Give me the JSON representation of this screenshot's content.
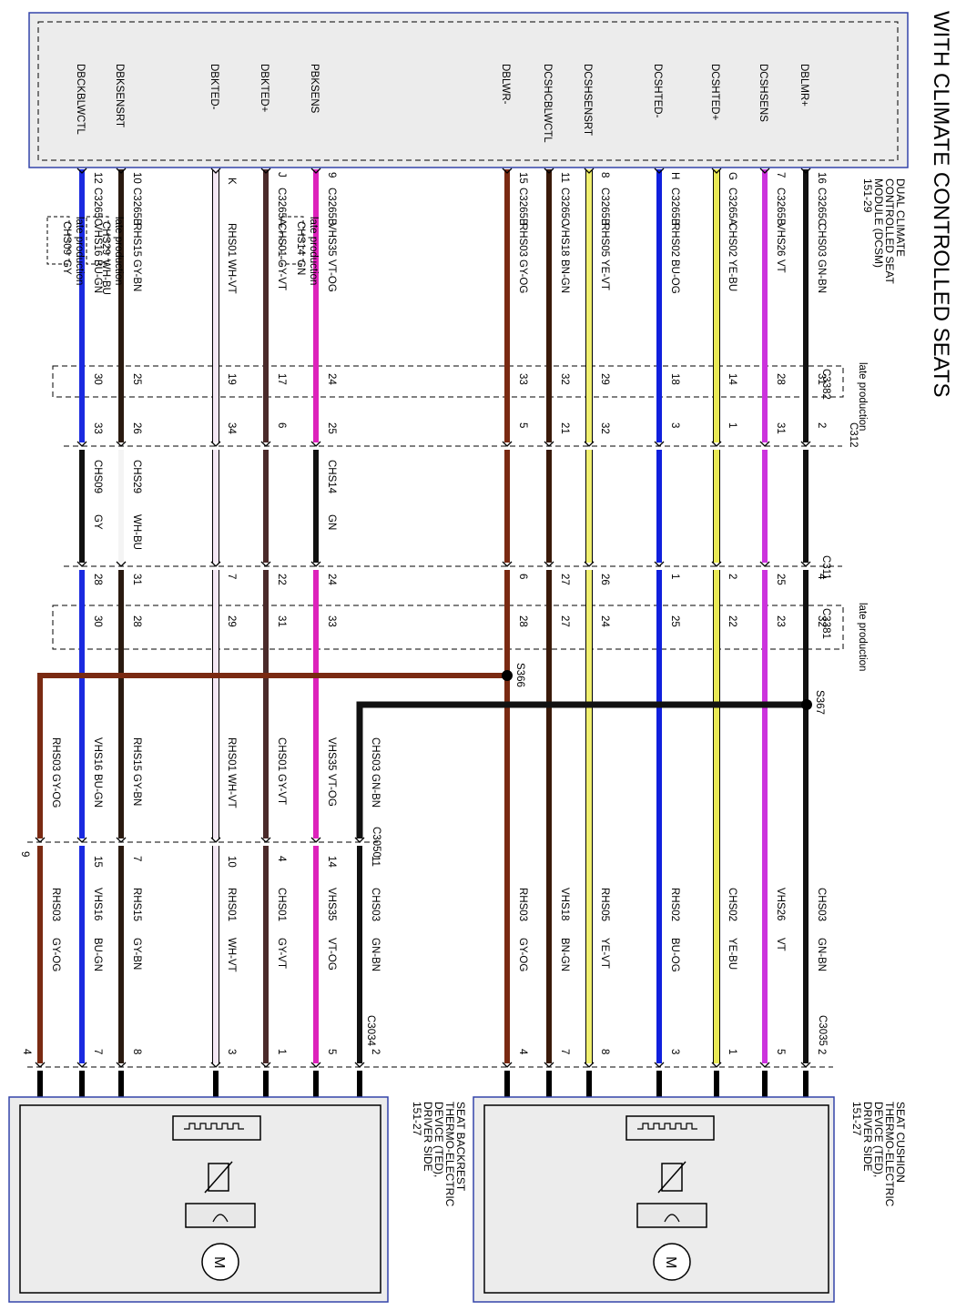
{
  "title": "WITH CLIMATE CONTROLLED SEATS",
  "module": {
    "lines": [
      "DUAL CLIMATE",
      "CONTROLLED SEAT",
      "MODULE (DCSM)",
      "151-29"
    ]
  },
  "late_production": "late production",
  "connectors": {
    "c3382": "C3382",
    "c312": "C312",
    "c311": "C311",
    "c3381": "C3381",
    "c3050": "C3050",
    "c3035": "C3035",
    "c3034": "C3034"
  },
  "splices": {
    "s366": "S366",
    "s367": "S367"
  },
  "circuits": [
    {
      "label": "DBLMR+",
      "conn": "C3265C",
      "pin": "16",
      "circuit": "CHS03",
      "color": "GN-BN",
      "hex": "#111111",
      "c3382": "31",
      "c312": "2",
      "c311": "4",
      "c3381": "32",
      "c3035_pin": "2",
      "low_circuit": "CHS03",
      "low_color": "GN-BN"
    },
    {
      "label": "DCSHSENS",
      "conn": "C3265B",
      "pin": "7",
      "circuit": "VHS26",
      "color": "VT",
      "hex": "#cc33dd",
      "c3382": "28",
      "c312": "31",
      "c311": "25",
      "c3381": "23",
      "c3035_pin": "5",
      "low_circuit": "VHS26",
      "low_color": "VT"
    },
    {
      "label": "DCSHTED+",
      "conn": "C3265A",
      "pin": "G",
      "circuit": "CHS02",
      "color": "YE-BU",
      "hex": "#e8e855",
      "c3382": "14",
      "c312": "1",
      "c311": "2",
      "c3381": "22",
      "c3035_pin": "1",
      "low_circuit": "CHS02",
      "low_color": "YE-BU"
    },
    {
      "label": "DCSHTED-",
      "conn": "C3265B",
      "pin": "H",
      "circuit": "RHS02",
      "color": "BU-OG",
      "hex": "#1020dd",
      "c3382": "18",
      "c312": "3",
      "c311": "1",
      "c3381": "25",
      "c3035_pin": "3",
      "low_circuit": "RHS02",
      "low_color": "BU-OG"
    },
    {
      "label": "DCSHSENSRT",
      "conn": "C3265B",
      "pin": "8",
      "circuit": "RHS05",
      "color": "YE-VT",
      "hex": "#f0ef70",
      "c3382": "29",
      "c312": "32",
      "c311": "26",
      "c3381": "24",
      "c3035_pin": "8",
      "low_circuit": "RHS05",
      "low_color": "YE-VT"
    },
    {
      "label": "DCSHCBLWCTL",
      "conn": "C3265C",
      "pin": "11",
      "circuit": "VHS18",
      "color": "BN-GN",
      "hex": "#3a1a0a",
      "c3382": "32",
      "c312": "21",
      "c311": "27",
      "c3381": "27",
      "c3035_pin": "7",
      "low_circuit": "VHS18",
      "low_color": "BN-GN"
    },
    {
      "label": "DBLWR-",
      "conn": "C3265B",
      "pin": "15",
      "circuit": "RHS03",
      "color": "GY-OG",
      "hex": "#7a2a12",
      "c3382": "33",
      "c312": "5",
      "c311": "6",
      "c3381": "28",
      "c3035_pin": "4",
      "low_circuit": "RHS03",
      "low_color": "GY-OG"
    },
    {
      "label": "PBKSENS",
      "conn": "C3265B",
      "pin": "9",
      "circuit": "VHS35",
      "color": "VT-OG",
      "hex": "#dd22bb",
      "c3382": "24",
      "c312": "25",
      "c311": "24",
      "c3381": "33",
      "lp_circuit": "CHS14",
      "lp_color": "GN",
      "mid_circuit": "CHS14",
      "mid_color": "GN",
      "c3050_pin": "14",
      "low_circuit": "VHS35",
      "low_color": "VT-OG",
      "c3034_pin": "5"
    },
    {
      "label": "DBKTED+",
      "conn": "C3265A",
      "pin": "J",
      "circuit": "CHS01",
      "color": "GY-VT",
      "hex": "#4a2a2a",
      "c3382": "17",
      "c312": "6",
      "c311": "22",
      "c3381": "31",
      "c3050_pin": "4",
      "low_circuit": "CHS01",
      "low_color": "GY-VT",
      "c3034_pin": "1"
    },
    {
      "label": "DBKTED-",
      "conn": "",
      "pin": "K",
      "circuit": "RHS01",
      "color": "WH-VT",
      "hex": "#f4e8f4",
      "c3382": "19",
      "c312": "34",
      "c311": "7",
      "c3381": "29",
      "c3050_pin": "10",
      "low_circuit": "RHS01",
      "low_color": "WH-VT",
      "c3034_pin": "3"
    },
    {
      "label": "DBKSENSRT",
      "conn": "C3265B",
      "pin": "10",
      "circuit": "RHS15",
      "color": "GY-BN",
      "hex": "#2a1a10",
      "c3382": "25",
      "c312": "26",
      "c311": "31",
      "c3381": "28",
      "lp_circuit": "CHS29",
      "lp_color": "WH-BU",
      "mid_circuit": "CHS29",
      "mid_color": "WH-BU",
      "c3050_pin": "7",
      "low_circuit": "RHS15",
      "low_color": "GY-BN",
      "c3034_pin": "8"
    },
    {
      "label": "DBCKBLWCTL",
      "conn": "C3265C",
      "pin": "12",
      "circuit": "VHS16",
      "color": "BU-GN",
      "hex": "#1a2ae0",
      "c3382": "30",
      "c312": "33",
      "c311": "28",
      "c3381": "30",
      "lp_circuit": "CHS09",
      "lp_color": "GY",
      "mid_circuit": "CHS09",
      "mid_color": "GY",
      "c3050_pin": "15",
      "low_circuit": "VHS16",
      "low_color": "BU-GN",
      "c3034_pin": "7"
    }
  ],
  "branches": {
    "s367_right": {
      "circuit": "CHS03",
      "color": "GN-BN",
      "c3050_pin": "11",
      "low_circuit": "CHS03",
      "low_color": "GN-BN",
      "c3034_pin": "2"
    },
    "s366_left": {
      "circuit": "RHS03",
      "color": "GY-OG",
      "c3050_pin": "9",
      "low_circuit": "RHS03",
      "low_color": "GY-OG",
      "c3034_pin": "4"
    }
  },
  "cushion_device": {
    "lines": [
      "SEAT CUSHION",
      "THERMO-ELECTRIC",
      "DEVICE (TED),",
      "DRIVER SIDE",
      "151-27"
    ],
    "motor_label": "M"
  },
  "backrest_device": {
    "lines": [
      "SEAT BACKREST",
      "THERMO-ELECTRIC",
      "DEVICE (TED),",
      "DRIVER SIDE",
      "151-27"
    ],
    "motor_label": "M"
  }
}
